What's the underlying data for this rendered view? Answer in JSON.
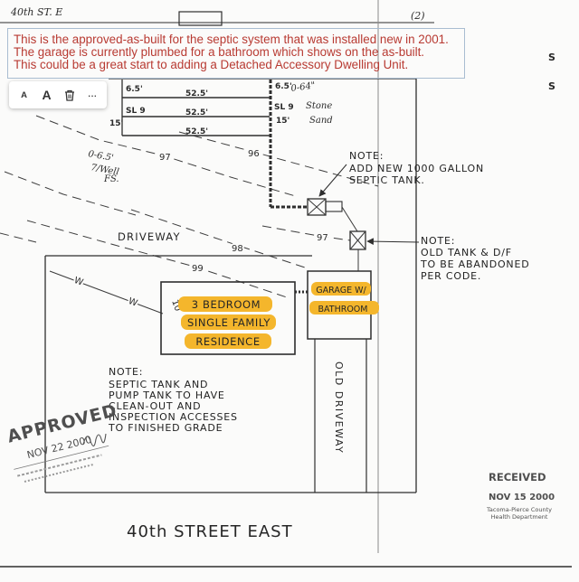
{
  "annotation": {
    "line_1": "This is the approved-as-built for the septic system that was installed new in 2001.",
    "line_2": "The garage is currently plumbed for a bathroom which shows on the as-built.",
    "line_3": "This could be a great start to adding a Detached Accessory Dwelling Unit.",
    "text_color": "#b83a32"
  },
  "toolbar": {
    "font_size_small": "A",
    "font_size_large": "A",
    "delete_icon": "trash-icon",
    "more_options": "···"
  },
  "page_edge_letters": [
    "S",
    "S"
  ],
  "plan": {
    "street_header": "40th ST. E",
    "sheet_mark": "(2)",
    "drainfield": {
      "row1_left": "6.5'",
      "row1_length": "52.5'",
      "row1_right": "6.5'",
      "row2_left": "SL 9",
      "row2_length": "52.5'",
      "row2_right": "SL 9",
      "row3_left": "15'",
      "row3_length": "52.5'",
      "row3_right": "15'"
    },
    "handwritten_right": [
      "0-64\"",
      "Stone",
      "Sand"
    ],
    "handwritten_left": [
      "0-6.5'",
      "7/Well",
      "FS."
    ],
    "contours": [
      "97",
      "96",
      "97",
      "98",
      "99",
      "10"
    ],
    "water_line_marks": [
      "W",
      "W"
    ],
    "note_new_tank": [
      "NOTE:",
      "ADD NEW 1000 GALLON",
      "SEPTIC TANK."
    ],
    "note_old_tank": [
      "NOTE:",
      "OLD TANK & D/F",
      "TO BE ABANDONED",
      "PER CODE."
    ],
    "note_access": [
      "NOTE:",
      "SEPTIC TANK AND",
      "PUMP TANK TO HAVE",
      "CLEAN-OUT AND",
      "INSPECTION ACCESSES",
      "TO FINISHED GRADE"
    ],
    "driveway": "DRIVEWAY",
    "residence": [
      "3 BEDROOM",
      "SINGLE FAMILY",
      "RESIDENCE"
    ],
    "garage": [
      "GARAGE W/",
      "BATHROOM"
    ],
    "old_driveway": "OLD DRIVEWAY",
    "street": "40th STREET EAST"
  },
  "stamps": {
    "approved": {
      "title": "APPROVED",
      "date": "NOV 22 2000"
    },
    "received": {
      "title": "RECEIVED",
      "date": "NOV 15 2000",
      "agency_line_1": "Tacoma-Pierce County",
      "agency_line_2": "Health Department"
    }
  },
  "colors": {
    "highlight": "#f4b62c",
    "ink": "#2e2e2e",
    "annotation_border": "#a9bdd1"
  }
}
